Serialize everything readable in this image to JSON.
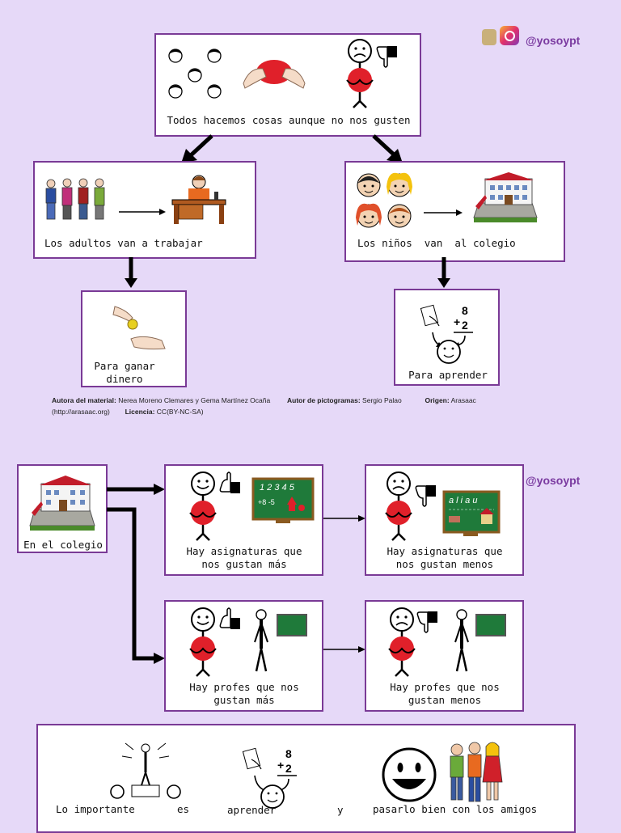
{
  "top": {
    "handle": "@yosoypt",
    "main_card": "Todos hacemos cosas aunque no nos gusten",
    "adults_card": "Los adultos van a trabajar",
    "kids_card": "Los niños  van  al colegio",
    "money_card_line1": "Para ganar",
    "money_card_line2": "dinero",
    "learn_card": "Para aprender"
  },
  "credits": {
    "author_label": "Autora del material:",
    "author_value": "Nerea Moreno Clemares y Gema Martínez Ocaña",
    "picto_label": "Autor de pictogramas:",
    "picto_value": "Sergio Palao",
    "origin_label": "Origen:",
    "origin_value": "Arasaac",
    "url": "(http://arasaac.org)",
    "license_label": "Licencia:",
    "license_value": "CC(BY-NC-SA)"
  },
  "bottom": {
    "handle": "@yosoypt",
    "school_card": "En el colegio",
    "subjects_like_1": "Hay asignaturas que",
    "subjects_like_2": "nos gustan más",
    "subjects_dislike_1": "Hay asignaturas que",
    "subjects_dislike_2": "nos gustan menos",
    "teachers_like_1": "Hay profes que nos",
    "teachers_like_2": "gustan más",
    "teachers_dislike_1": "Hay profes que nos",
    "teachers_dislike_2": "gustan menos",
    "board_numbers": "1 2 3 4 5",
    "board_letters": "a l i a u",
    "summary_1": "Lo importante",
    "summary_2": "es",
    "summary_3": "aprender",
    "summary_4": "y",
    "summary_5": "pasarlo bien con los amigos",
    "math_top": "8",
    "math_bottom": "2"
  },
  "colors": {
    "border": "#7a3a96",
    "background": "#e6d9f8",
    "handle": "#7a3aa0",
    "board": "#1f7a3a",
    "red": "#e0202a"
  }
}
